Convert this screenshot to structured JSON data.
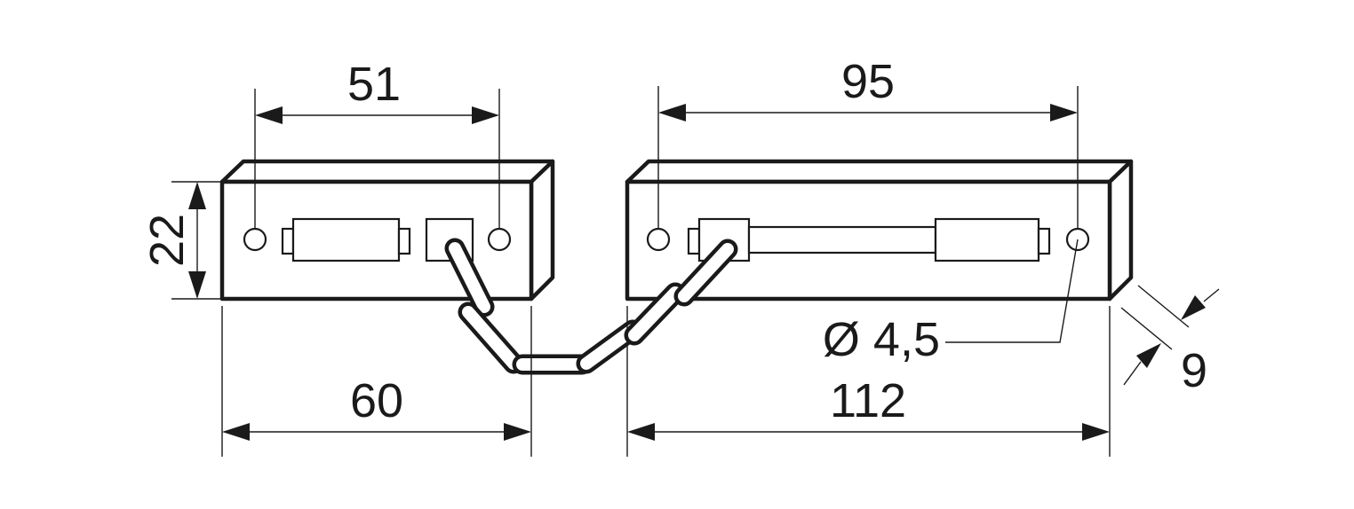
{
  "dimensions": {
    "left_hole_spacing": "51",
    "right_hole_spacing": "95",
    "height": "22",
    "left_length": "60",
    "right_length": "112",
    "hole_diameter": "Ø 4,5",
    "depth": "9"
  },
  "colors": {
    "line": "#1a1a1a",
    "background": "#ffffff"
  }
}
